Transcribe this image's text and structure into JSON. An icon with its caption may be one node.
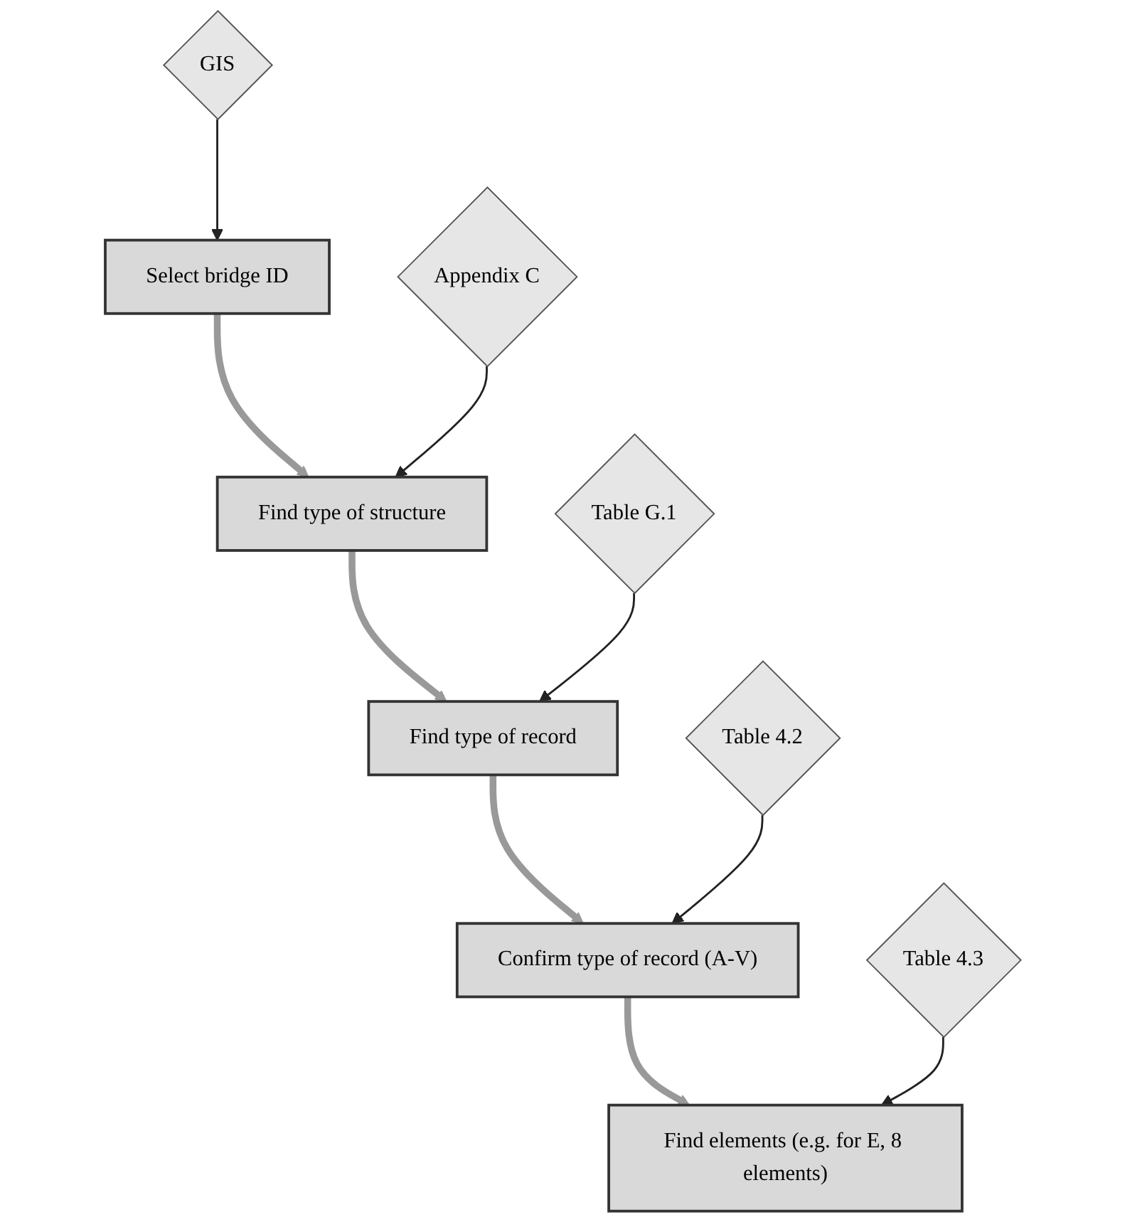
{
  "diagram": {
    "nodes": [
      {
        "text": [
          "Select bridge ID"
        ]
      },
      {
        "text": [
          "GIS"
        ]
      },
      {
        "text": [
          "Find type of structure"
        ]
      },
      {
        "text": [
          "Appendix C"
        ]
      },
      {
        "text": [
          "Find type of record"
        ]
      },
      {
        "text": [
          "Table G.1"
        ]
      },
      {
        "text": [
          "Confirm type of record (A-V)"
        ]
      },
      {
        "text": [
          "Table 4.2"
        ]
      },
      {
        "text": [
          "Find elements (e.g. for E, 8 elements)"
        ]
      },
      {
        "text": [
          "Table 4.3"
        ]
      }
    ],
    "edges": [
      {
        "from": 1,
        "to": 0,
        "arrow": "to"
      },
      {
        "from": 0,
        "to": 2,
        "arrow": "to",
        "style": "thick",
        "color": "#999999"
      },
      {
        "from": 3,
        "to": 2,
        "arrow": "to"
      },
      {
        "from": 2,
        "to": 4,
        "arrow": "to",
        "style": "thick",
        "color": "#999999"
      },
      {
        "from": 5,
        "to": 4,
        "arrow": "to"
      },
      {
        "from": 4,
        "to": 6,
        "arrow": "to",
        "style": "thick",
        "color": "#999999"
      },
      {
        "from": 7,
        "to": 6,
        "arrow": "to"
      },
      {
        "from": 6,
        "to": 8,
        "arrow": "to",
        "style": "thick",
        "color": "#999999"
      },
      {
        "from": 9,
        "to": 8,
        "arrow": "to"
      }
    ]
  }
}
